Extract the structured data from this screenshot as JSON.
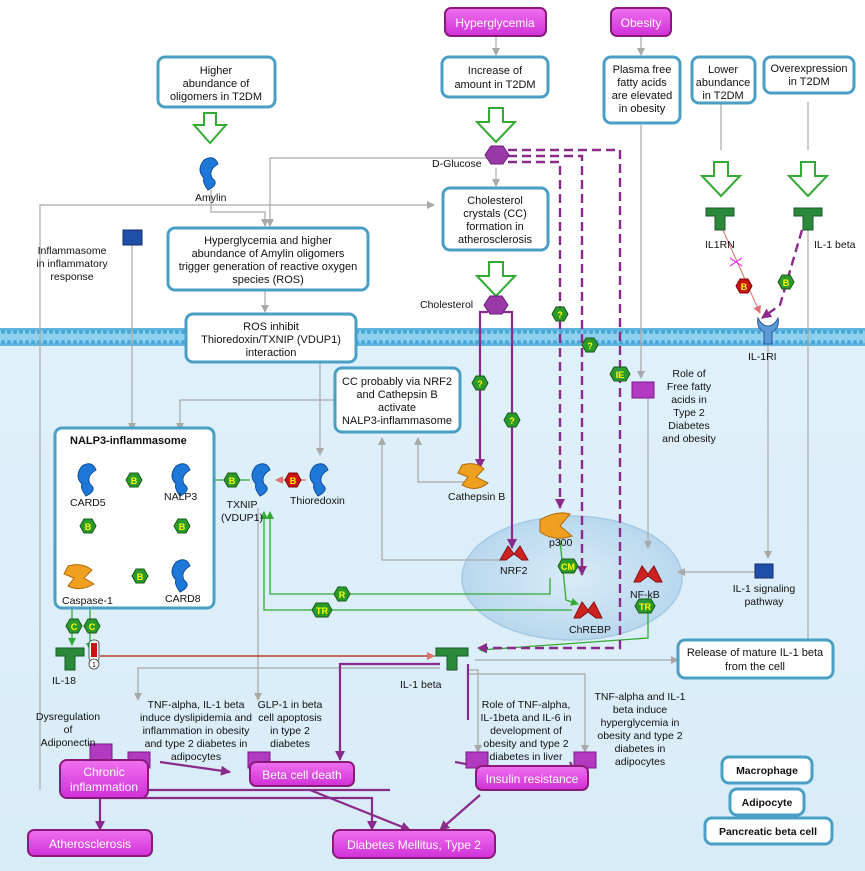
{
  "triggers": {
    "hyperglycemia": "Hyperglycemia",
    "obesity": "Obesity"
  },
  "boxes": {
    "oligomers": [
      "Higher",
      "abundance of",
      "oligomers in T2DM"
    ],
    "increase_t2dm": [
      "Increase of",
      "amount in T2DM"
    ],
    "plasma_ffa": [
      "Plasma free",
      "fatty acids",
      "are elevated",
      "in obesity"
    ],
    "lower_abundance": [
      "Lower",
      "abundance",
      "in T2DM"
    ],
    "overexpression": [
      "Overexpression",
      "in T2DM"
    ],
    "ros_generation": [
      "Hyperglycemia and higher",
      "abundance of Amylin oligomers",
      "trigger generation of reactive  oxygen",
      "species (ROS)"
    ],
    "cc_formation": [
      "Cholesterol",
      "crystals (CC)",
      "formation in",
      "atherosclerosis"
    ],
    "ros_inhibit": [
      "ROS inhibit",
      "Thioredoxin/TXNIP (VDUP1)",
      "interaction"
    ],
    "cc_activate": [
      "CC probably via NRF2",
      "and Cathepsin B",
      "activate",
      "NALP3-inflammasome"
    ],
    "release_il1": [
      "Release of mature IL-1 beta",
      "from the cell"
    ]
  },
  "nalp3_title": "NALP3-inflammasome",
  "labels": {
    "d_glucose": "D-Glucose",
    "amylin": "Amylin",
    "cholesterol": "Cholesterol",
    "il1rn": "IL1RN",
    "il1_beta_top": "IL-1 beta",
    "il1ri": "IL-1RI",
    "inflammasome_resp": [
      "Inflammasome",
      "in inflammatory",
      "response"
    ],
    "ffa_role": [
      "Role of",
      "Free fatty",
      "acids in",
      "Type 2",
      "Diabetes",
      "and obesity"
    ],
    "card5": "CARD5",
    "nalp3": "NALP3",
    "txnip": [
      "TXNIP",
      "(VDUP1)"
    ],
    "thioredoxin": "Thioredoxin",
    "caspase1": "Caspase-1",
    "card8": "CARD8",
    "cathepsin_b": "Cathepsin B",
    "p300": "p300",
    "nrf2": "NRF2",
    "chrebp": "ChREBP",
    "nfkb": "NF-kB",
    "il1_signaling": [
      "IL-1 signaling",
      "pathway"
    ],
    "il18": "IL-18",
    "il1_beta_mid": "IL-1 beta",
    "dysregulation": [
      "Dysregulation",
      "of",
      "Adiponectin"
    ],
    "tnf_dyslipidemia": [
      "TNF-alpha, IL-1 beta",
      "induce dyslipidemia and",
      "inflammation in obesity",
      "and type 2 diabetes in",
      "adipocytes"
    ],
    "glp1": [
      "GLP-1 in beta",
      "cell apoptosis",
      "in type 2",
      "diabetes"
    ],
    "tnf_liver": [
      "Role of TNF-alpha,",
      "IL-1beta and IL-6 in",
      "development of",
      "obesity and type 2",
      "diabetes in liver"
    ],
    "tnf_hyperglycemia": [
      "TNF-alpha and IL-1",
      "beta induce",
      "hyperglycemia in",
      "obesity and type 2",
      "diabetes in",
      "adipocytes"
    ]
  },
  "outcomes": {
    "chronic_inflammation": [
      "Chronic",
      "inflammation"
    ],
    "beta_cell_death": "Beta cell death",
    "insulin_resistance": "Insulin resistance",
    "atherosclerosis": "Atherosclerosis",
    "diabetes": "Diabetes Mellitus, Type 2"
  },
  "legend": {
    "macrophage": "Macrophage",
    "adipocyte": "Adipocyte",
    "pancreatic": "Pancreatic beta cell"
  },
  "badges": {
    "b": "B",
    "c": "C",
    "q": "?",
    "ie": "IE",
    "r": "R",
    "tr": "TR",
    "cm": "CM",
    "one": "1"
  },
  "colors": {
    "box_border": "#4a9fc4",
    "pink": "#e040e0",
    "pink_border": "#8a1a7a",
    "green_arrow": "#33aa33",
    "purple_line": "#8a2a8a",
    "badge_green": "#2a9a2a",
    "badge_red": "#cc1111",
    "membrane": "#8fd0ee"
  }
}
